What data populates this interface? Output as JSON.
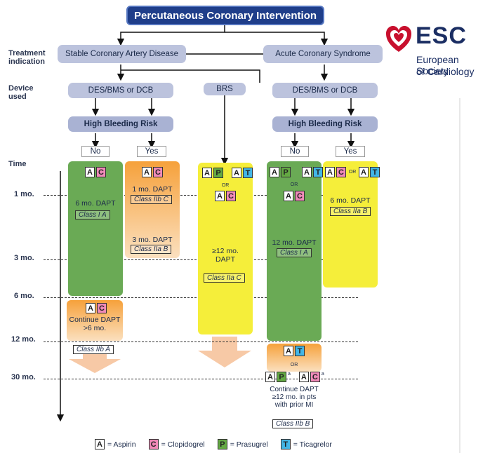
{
  "title": "Percutaneous Coronary Intervention",
  "row_labels": {
    "treatment_indication": [
      "Treatment",
      "indication"
    ],
    "device_used": [
      "Device",
      "used"
    ],
    "time": "Time"
  },
  "indications": {
    "stable": "Stable Coronary Artery Disease",
    "acute": "Acute Coronary Syndrome"
  },
  "devices": {
    "left": "DES/BMS or DCB",
    "middle": "BRS",
    "right": "DES/BMS or DCB"
  },
  "bleeding_risk": {
    "left": "High Bleeding Risk",
    "right": "High Bleeding Risk"
  },
  "answers": {
    "no": "No",
    "yes": "Yes"
  },
  "time_points": [
    "1 mo.",
    "3 mo.",
    "6 mo.",
    "12 mo.",
    "30 mo."
  ],
  "drug_letters": {
    "aspirin": "A",
    "clopidogrel": "C",
    "prasugrel": "P",
    "ticagrelor": "T"
  },
  "or_text": "OR",
  "footnote_mark": "a",
  "boxes": {
    "scad_no": {
      "line1": "6 mo. DAPT",
      "class": "Class I A"
    },
    "scad_yes": {
      "line1": "1 mo. DAPT",
      "class1": "Class IIb C",
      "line2": "3 mo. DAPT",
      "class2": "Class IIa B"
    },
    "scad_continue": {
      "line1": "Continue DAPT",
      "line2": ">6 mo.",
      "class": "Class IIb A"
    },
    "brs": {
      "line1": "≥12 mo.",
      "line2": "DAPT",
      "class": "Class IIa C"
    },
    "acs_no": {
      "line1": "12 mo. DAPT",
      "class": "Class I A"
    },
    "acs_yes": {
      "line1": "6 mo. DAPT",
      "class": "Class IIa B"
    },
    "acs_continue": {
      "line1": "Continue DAPT",
      "line2": "≥12 mo. in pts",
      "line3": "with prior MI",
      "class": "Class IIb B"
    }
  },
  "legend": [
    {
      "letter": "A",
      "label": "= Aspirin",
      "color": "#ffffff"
    },
    {
      "letter": "C",
      "label": "= Clopidogrel",
      "color": "#f08ab8"
    },
    {
      "letter": "P",
      "label": "= Prasugrel",
      "color": "#64a943"
    },
    {
      "letter": "T",
      "label": "= Ticagrelor",
      "color": "#43b6e6"
    }
  ],
  "logo": {
    "short": "ESC",
    "line1": "European Society",
    "line2": "of Cardiology",
    "color": "#c8102e"
  }
}
